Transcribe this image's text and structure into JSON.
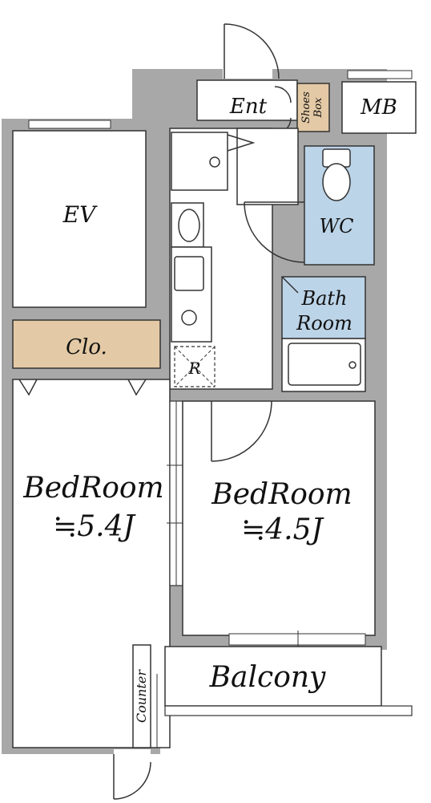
{
  "colors": {
    "wall": "#a8a8a8",
    "closet": "#e3c9a5",
    "shoes_box": "#e3c9a5",
    "wet_area": "#bcd4e8",
    "line": "#333333"
  },
  "labels": {
    "entrance": "Ent",
    "shoes_box_line1": "Shoes",
    "shoes_box_line2": "Box",
    "meter_box": "MB",
    "elevator": "EV",
    "toilet": "WC",
    "bath_line1": "Bath",
    "bath_line2": "Room",
    "closet": "Clo.",
    "refrigerator": "R",
    "bedroom_left_name": "BedRoom",
    "bedroom_left_size": "≒5.4J",
    "bedroom_right_name": "BedRoom",
    "bedroom_right_size": "≒4.5J",
    "balcony": "Balcony",
    "counter": "Counter"
  }
}
